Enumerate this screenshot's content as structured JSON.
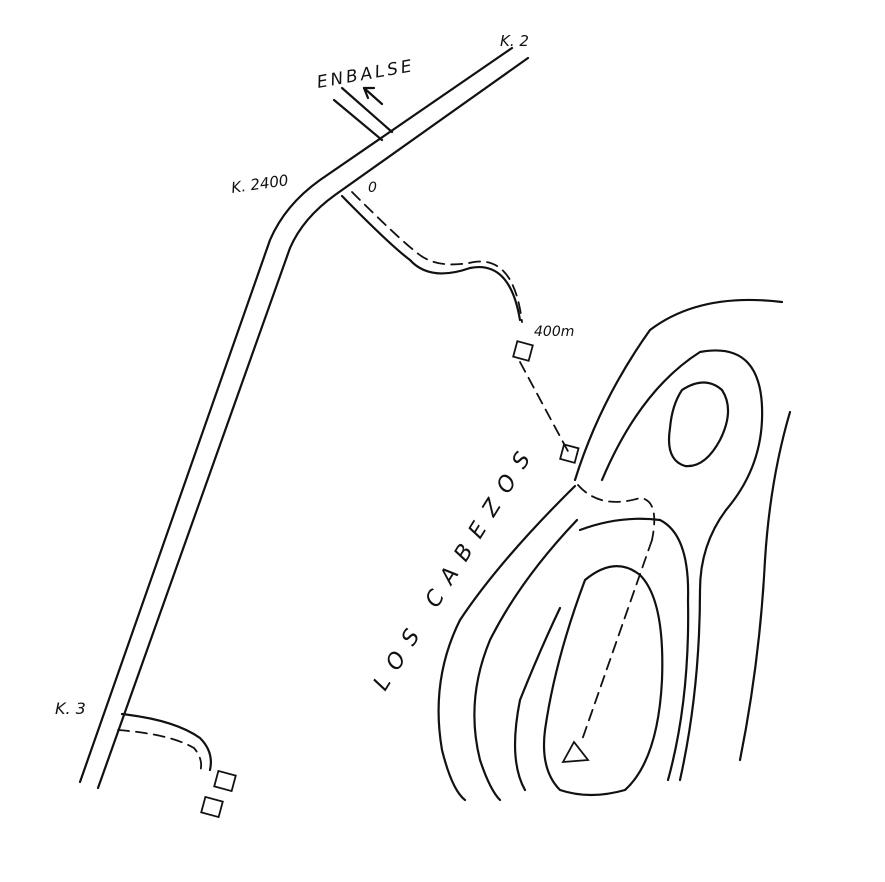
{
  "colors": {
    "ink": "#111111",
    "paper": "#ffffff"
  },
  "labels": {
    "reservoir": "ENBALSE",
    "km2": "K. 2",
    "km2400": "K. 2400",
    "km3": "K. 3",
    "start": "0",
    "distance": "400m",
    "peak_name": "LOS CABEZOS"
  },
  "icons": {
    "summit": "triangle-icon",
    "waypoint": "square-icon",
    "direction": "arrow-icon"
  }
}
